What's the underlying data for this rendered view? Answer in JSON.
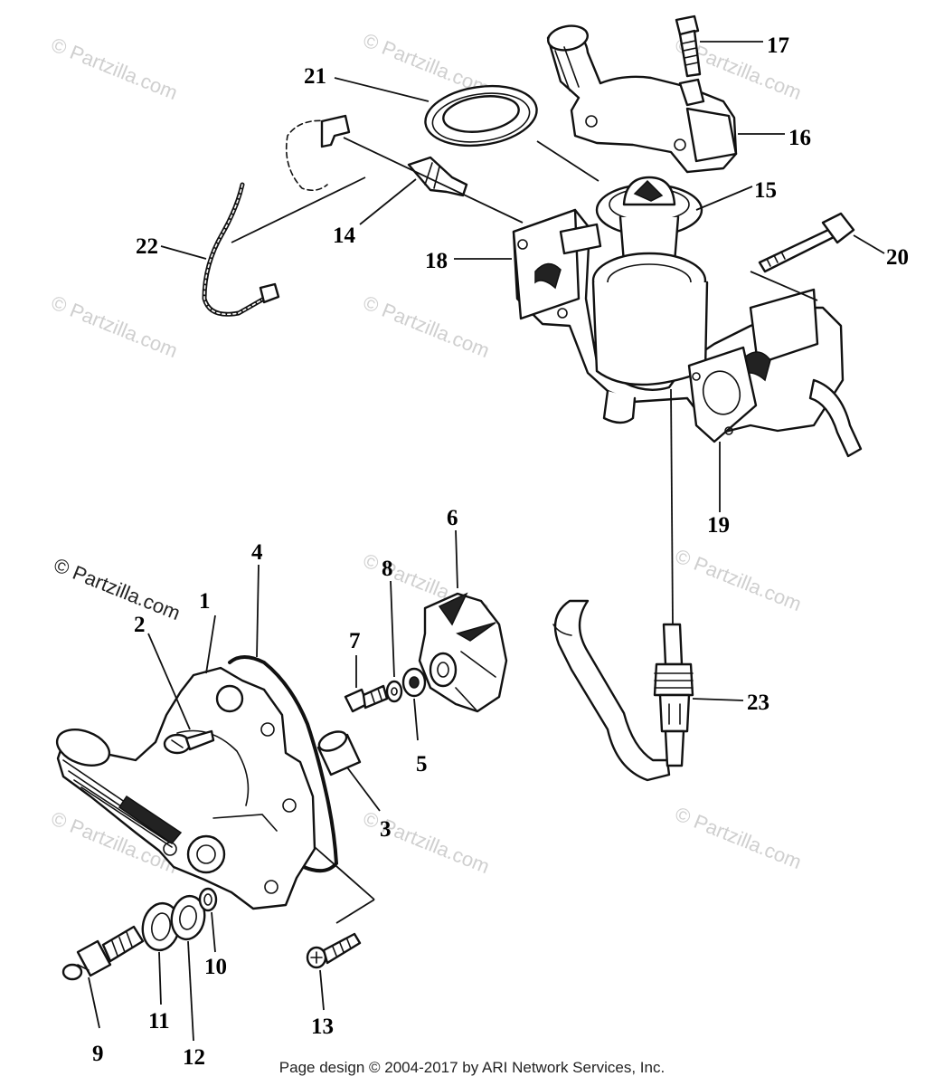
{
  "labels": {
    "l1": "1",
    "l2": "2",
    "l3": "3",
    "l4": "4",
    "l5": "5",
    "l6": "6",
    "l7": "7",
    "l8": "8",
    "l9": "9",
    "l10": "10",
    "l11": "11",
    "l12": "12",
    "l13": "13",
    "l14": "14",
    "l15": "15",
    "l16": "16",
    "l17": "17",
    "l18": "18",
    "l19": "19",
    "l20": "20",
    "l21": "21",
    "l22": "22",
    "l23": "23"
  },
  "watermark": "© Partzilla.com",
  "footer": "Page design © 2004-2017 by ARI Network Services, Inc."
}
